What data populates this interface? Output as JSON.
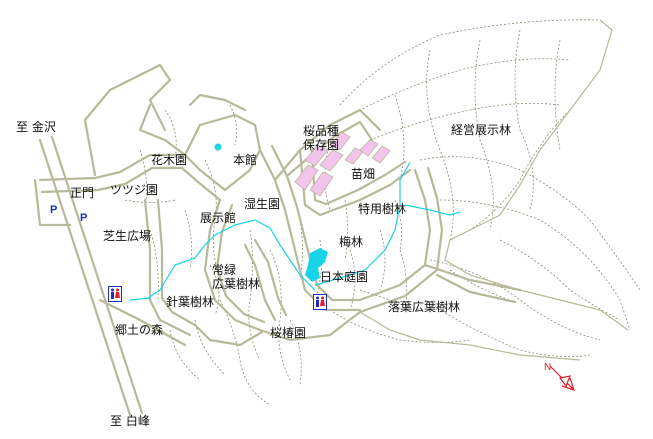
{
  "map": {
    "labels": {
      "to_kanazawa": "至 金沢",
      "to_hakusan": "至 白峰",
      "main_gate": "正門",
      "parking_1": "P",
      "parking_2": "P",
      "tsutsuji_garden": "ツツジ園",
      "lawn_plaza": "芝生広場",
      "flower_tree_garden": "花木園",
      "main_building": "本館",
      "exhibition_hall": "展示館",
      "wet_garden": "湿生園",
      "evergreen_broadleaf_1": "常緑",
      "evergreen_broadleaf_2": "広葉樹林",
      "conifer_forest": "針葉樹林",
      "hometown_forest": "郷土の森",
      "camellia_garden": "桜椿園",
      "japanese_garden": "日本庭園",
      "plum_grove": "梅林",
      "special_use_forest": "特用樹林",
      "nursery": "苗畑",
      "cherry_preservation_1": "桜品種",
      "cherry_preservation_2": "保存園",
      "management_forest": "経営展示林",
      "deciduous_broadleaf": "落葉広葉樹林",
      "north_mark": "N"
    },
    "icons": {
      "parking": "parking-icon",
      "restroom": "restroom-icon",
      "north_arrow": "north-arrow-icon"
    },
    "colors": {
      "road": "#b8b89a",
      "trail": "#8a8a70",
      "water": "#19d3e8",
      "cherry_beds": "#f2c4ec",
      "label_blue": "#1b2fc4",
      "north_arrow": "#e0202a"
    }
  }
}
